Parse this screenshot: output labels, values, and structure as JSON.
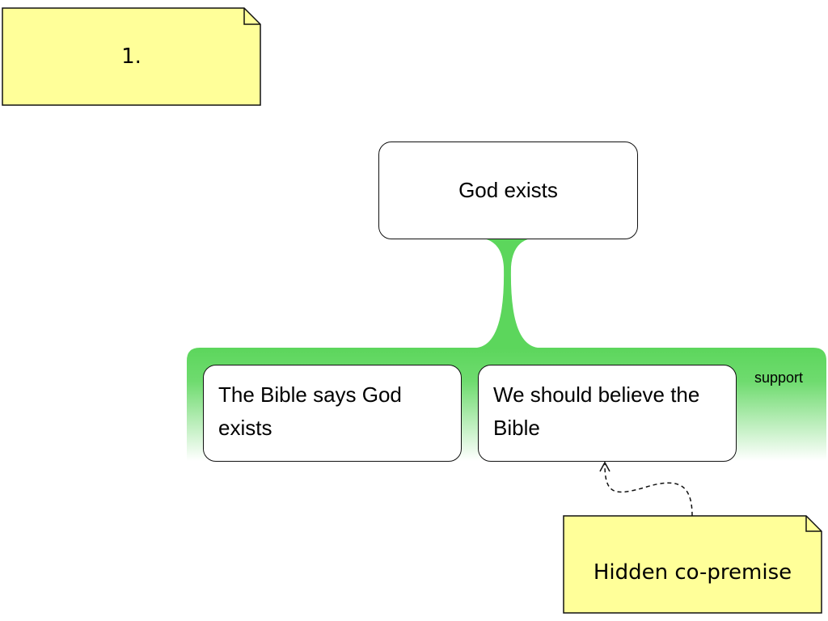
{
  "notes": [
    {
      "text": "1."
    },
    {
      "text": "Hidden co-premise"
    }
  ],
  "claim": {
    "text": "God exists"
  },
  "group": {
    "label": "support"
  },
  "premises": [
    {
      "text": "The Bible says God exists"
    },
    {
      "text": "We should believe the Bible"
    }
  ],
  "colors": {
    "support_green": "#5cd65c",
    "note_yellow": "#ffff99"
  }
}
